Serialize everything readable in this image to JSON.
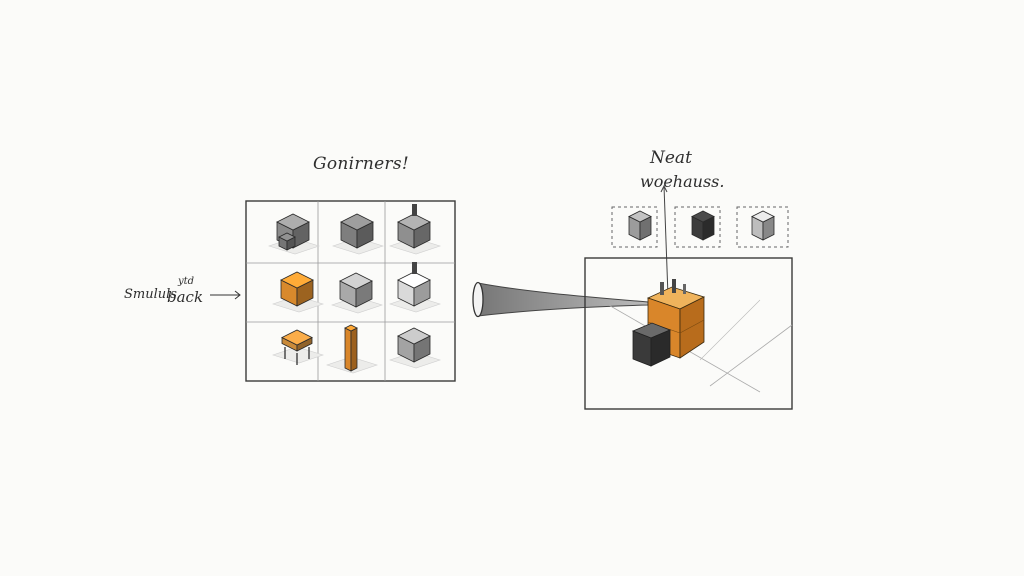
{
  "diagram": {
    "grid_panel": {
      "title": "Gonirners!",
      "items": [
        {
          "name": "box-with-step",
          "color": "#8a8a8a"
        },
        {
          "name": "grey-box",
          "color": "#7e7e7e"
        },
        {
          "name": "box-with-post",
          "color": "#8f8f8f"
        },
        {
          "name": "orange-box",
          "color": "#d8892c"
        },
        {
          "name": "light-grey-box",
          "color": "#a9a9a9"
        },
        {
          "name": "white-box-with-post",
          "color": "#d9d9d9"
        },
        {
          "name": "low-table",
          "color": "#c98a3a"
        },
        {
          "name": "orange-pillar",
          "color": "#d9862a"
        },
        {
          "name": "plain-grey-box",
          "color": "#a3a3a3"
        }
      ]
    },
    "side_note": {
      "line1": "Smululs",
      "superscript": "ytd",
      "line2": "back"
    },
    "warehouse_panel": {
      "title_line1": "Neat",
      "title_line2": "woehauss.",
      "thumbnails": [
        {
          "name": "light-cube",
          "color": "#9c9c9c"
        },
        {
          "name": "dark-cube",
          "color": "#3c3c3c"
        },
        {
          "name": "pale-cube",
          "color": "#bdbdbd"
        }
      ],
      "stack_colors": {
        "orange": "#d9862a",
        "dark": "#3a3a3a"
      }
    },
    "colors": {
      "ink": "#2e2e2e",
      "paper": "#fbfbf9",
      "accent": "#d9862a"
    }
  }
}
